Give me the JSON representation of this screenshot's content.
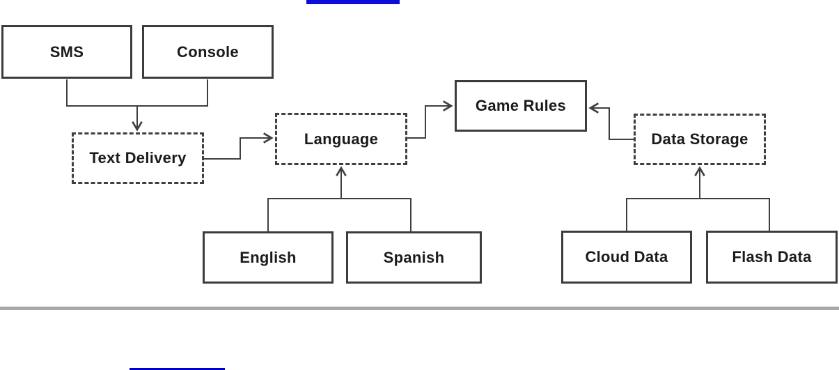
{
  "figure": {
    "type": "flowchart",
    "background": "#ffffff",
    "top_link_fragment": {
      "color": "#0d0ddb",
      "note": "underline of a cropped hyperlink"
    },
    "bottom_link_fragment": {
      "color": "#0000cc",
      "note": "edge of a cropped hyperlink"
    },
    "divider": {
      "color": "#a7a7ac"
    }
  },
  "diagram": {
    "colors": {
      "border": "#3c3c3c",
      "text": "#1b1b1b",
      "connector": "#3f3f3f"
    },
    "nodes": {
      "sms": {
        "label": "SMS",
        "style": "solid"
      },
      "console": {
        "label": "Console",
        "style": "solid"
      },
      "text_delivery": {
        "label": "Text Delivery",
        "style": "dashed"
      },
      "language": {
        "label": "Language",
        "style": "dashed"
      },
      "game_rules": {
        "label": "Game Rules",
        "style": "solid"
      },
      "data_storage": {
        "label": "Data Storage",
        "style": "dashed"
      },
      "english": {
        "label": "English",
        "style": "solid"
      },
      "spanish": {
        "label": "Spanish",
        "style": "solid"
      },
      "cloud_data": {
        "label": "Cloud Data",
        "style": "solid"
      },
      "flash_data": {
        "label": "Flash Data",
        "style": "solid"
      }
    },
    "edges": [
      {
        "from": "sms",
        "to": "text_delivery",
        "arrow": true
      },
      {
        "from": "console",
        "to": "text_delivery",
        "arrow": true
      },
      {
        "from": "text_delivery",
        "to": "language",
        "arrow": true
      },
      {
        "from": "language",
        "to": "game_rules",
        "arrow": true
      },
      {
        "from": "data_storage",
        "to": "game_rules",
        "arrow": true
      },
      {
        "from": "english",
        "to": "language",
        "arrow": true
      },
      {
        "from": "spanish",
        "to": "language",
        "arrow": true
      },
      {
        "from": "cloud_data",
        "to": "data_storage",
        "arrow": true
      },
      {
        "from": "flash_data",
        "to": "data_storage",
        "arrow": true
      }
    ]
  }
}
